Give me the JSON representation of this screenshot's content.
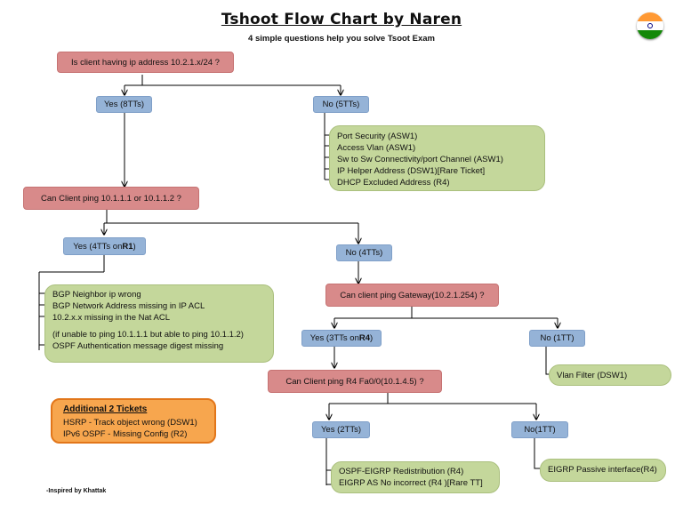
{
  "header": {
    "title": "Tshoot Flow Chart by Naren",
    "subtitle": "4 simple questions help you solve Tsoot Exam"
  },
  "flag": {
    "icon": "india-flag-icon",
    "colors": [
      "#ff9933",
      "#ffffff",
      "#138808"
    ]
  },
  "questions": {
    "q1": "Is client having ip address 10.2.1.x/24 ?",
    "q2": "Can Client ping 10.1.1.1 or 10.1.1.2 ?",
    "q3": "Can client ping Gateway(10.2.1.254) ?",
    "q4": "Can Client ping R4 Fa0/0(10.1.4.5) ?"
  },
  "answers": {
    "q1_yes": "Yes (8TTs)",
    "q1_no": "No (5TTs)",
    "q2_yes_prefix": "Yes (4TTs on ",
    "q2_yes_bold": "R1",
    "q2_yes_suffix": ")",
    "q2_no": "No (4TTs)",
    "q3_yes_prefix": "Yes (3TTs on ",
    "q3_yes_bold": "R4",
    "q3_yes_suffix": ")",
    "q3_no": "No (1TT)",
    "q4_yes": "Yes (2TTs)",
    "q4_no": "No(1TT)"
  },
  "results": {
    "q1_no": [
      "Port Security (ASW1)",
      "Access Vlan (ASW1)",
      "Sw to Sw Connectivity/port Channel  (ASW1)",
      "IP Helper Address (DSW1)[Rare Ticket]",
      "DHCP Excluded Address (R4)"
    ],
    "q2_yes": [
      "BGP Neighbor ip wrong",
      "BGP Network Address missing in IP ACL",
      "10.2.x.x missing in the Nat ACL",
      "",
      "(if unable to ping 10.1.1.1 but able to ping 10.1.1.2)",
      "OSPF Authentication message digest missing"
    ],
    "q3_no": [
      "Vlan Filter (DSW1)"
    ],
    "q4_yes": [
      "OSPF-EIGRP Redistribution (R4)",
      "EIGRP AS No incorrect (R4 )[Rare TT]"
    ],
    "q4_no": [
      "EIGRP Passive interface(R4)"
    ]
  },
  "additional": {
    "heading": "Additional 2 Tickets",
    "items": [
      "HSRP - Track object wrong (DSW1)",
      "IPv6  OSPF - Missing Config (R2)"
    ]
  },
  "credit": "-Inspired by Khattak",
  "colors": {
    "question": "#d88a8a",
    "answer": "#95b3d7",
    "result": "#c4d79b",
    "additional": "#f7a64e"
  }
}
